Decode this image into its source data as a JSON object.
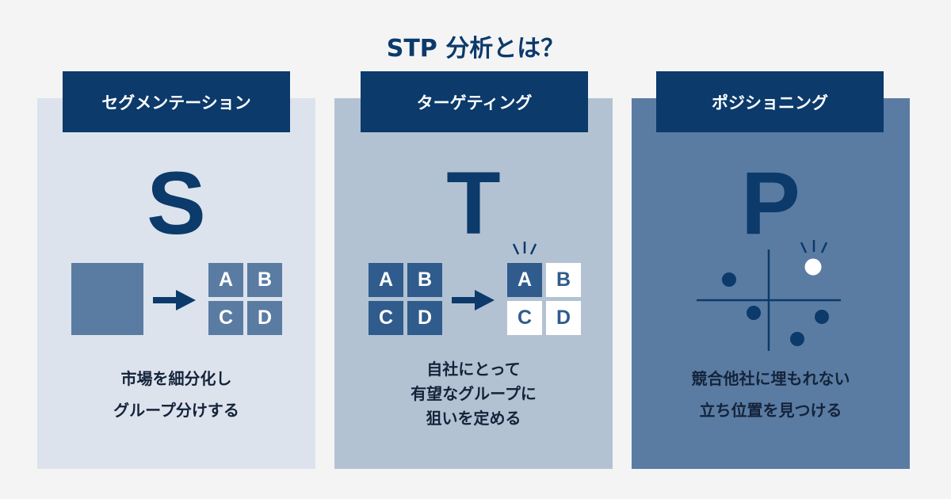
{
  "title": "STP 分析とは？",
  "colors": {
    "navy": "#0b3a6b",
    "card1": "#dce3ec",
    "card2": "#b3c2d3",
    "card3": "#5a7ca3",
    "tile": "#5a7ca3"
  },
  "cards": [
    {
      "header": "セグメンテーション",
      "letter": "S",
      "tiles": [
        "A",
        "B",
        "C",
        "D"
      ],
      "lines": [
        "市場を細分化し",
        "グループ分けする"
      ]
    },
    {
      "header": "ターゲティング",
      "letter": "T",
      "tiles_before": [
        "A",
        "B",
        "C",
        "D"
      ],
      "tiles_after": [
        "A",
        "B",
        "C",
        "D"
      ],
      "lines": [
        "自社にとって",
        "有望なグループに",
        "狙いを定める"
      ]
    },
    {
      "header": "ポジショニング",
      "letter": "P",
      "lines": [
        "競合他社に埋もれない",
        "立ち位置を見つける"
      ]
    }
  ]
}
